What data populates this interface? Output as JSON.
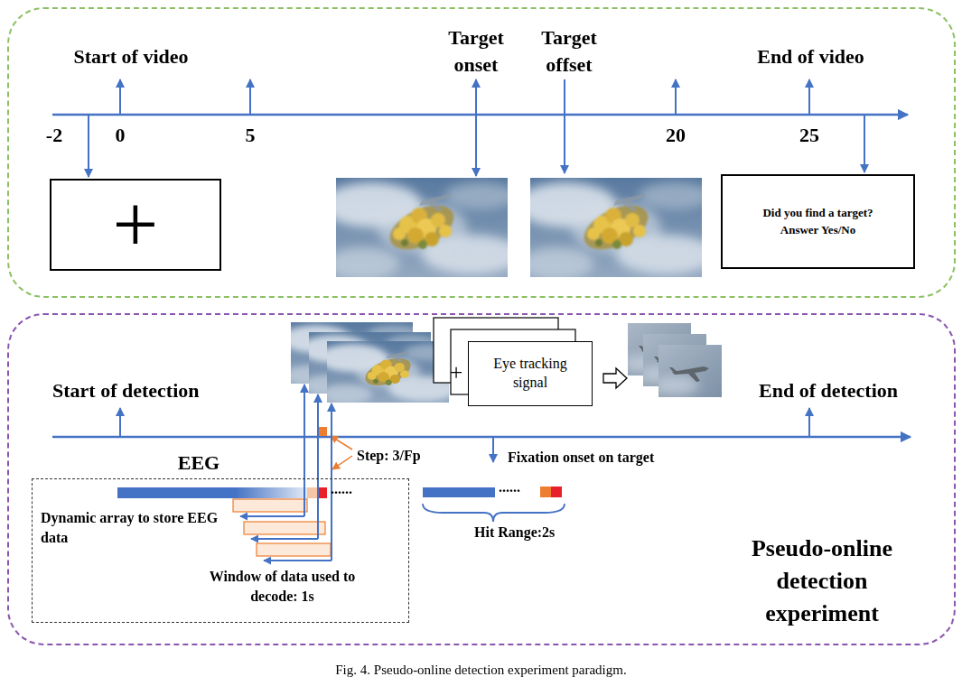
{
  "diagram": {
    "caption": "Fig. 4. Pseudo-online detection experiment paradigm.",
    "nodes": [
      {
        "text": [
          "Start of video",
          "-2",
          "0",
          "5",
          "Target onset",
          "Target offset",
          "20",
          "25",
          "End of video"
        ]
      },
      {
        "text": [
          "+"
        ],
        "in": 0
      },
      {
        "text": [
          "Did you find a target? Answer Yes/No"
        ],
        "in": 0
      },
      {
        "text": [
          "Start of detection",
          "+",
          "End of detection",
          "Step: 3/Fp",
          "Fixation onset on target",
          "......",
          "Hit Range:2s",
          "Pseudo-online detection experiment"
        ]
      },
      {
        "text": [
          "Eye tracking signal"
        ],
        "in": 3
      },
      {
        "text": [
          "EEG",
          "......",
          "Dynamic array to store EEG data",
          "Window of data used to decode: 1s"
        ],
        "in": 3
      }
    ]
  }
}
